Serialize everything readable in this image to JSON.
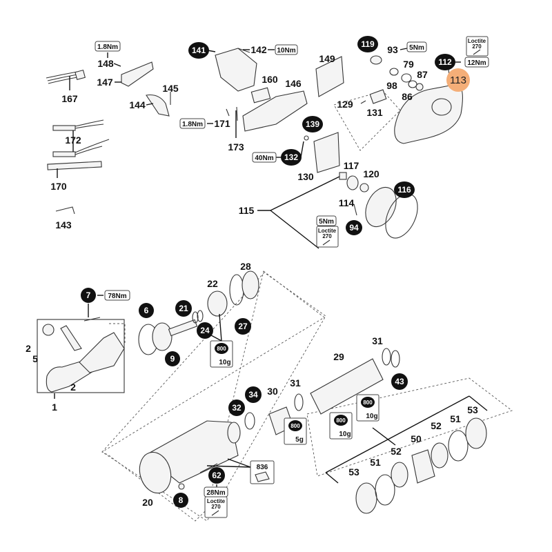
{
  "colors": {
    "callout_fill": "#111111",
    "highlight": "#f4ae78"
  },
  "labels": {
    "p148": "148",
    "p147": "147",
    "p167": "167",
    "p145": "145",
    "p144": "144",
    "p171": "171",
    "p173": "173",
    "p172": "172",
    "p170": "170",
    "p143": "143",
    "p142": "142",
    "p160": "160",
    "p146": "146",
    "p149": "149",
    "p93": "93",
    "p79": "79",
    "p98": "98",
    "p87": "87",
    "p86": "86",
    "p129": "129",
    "p131": "131",
    "p130": "130",
    "p117": "117",
    "p120": "120",
    "p114": "114",
    "p115": "115",
    "p28": "28",
    "p22": "22",
    "p2a": "2",
    "p2b": "2",
    "p5": "5",
    "p1": "1",
    "p31a": "31",
    "p29": "29",
    "p31b": "31",
    "p30": "30",
    "p20": "20",
    "p53a": "53",
    "p51a": "51",
    "p52a": "52",
    "p50": "50",
    "p52b": "52",
    "p51b": "51",
    "p53b": "53"
  },
  "callouts": {
    "c141": "141",
    "c119": "119",
    "c112": "112",
    "c139": "139",
    "c132": "132",
    "c116": "116",
    "c94": "94",
    "c7": "7",
    "c6": "6",
    "c21": "21",
    "c24": "24",
    "c27": "27",
    "c9": "9",
    "c43": "43",
    "c34": "34",
    "c32": "32",
    "c62": "62",
    "c8": "8"
  },
  "highlighted_callout": "113",
  "torque": {
    "t148": "1.8Nm",
    "t142": "10Nm",
    "t93": "5Nm",
    "t112": "12Nm",
    "t171": "1.8Nm",
    "t132": "40Nm",
    "t94": "5Nm",
    "t7": "78Nm",
    "t62": "28Nm"
  },
  "loctite": {
    "name": "Loctite",
    "grade": "270"
  },
  "grease": {
    "code": "800",
    "g22": "10g",
    "g29a": "10g",
    "g29b": "10g",
    "g30": "5g"
  },
  "lubricant_836": "836"
}
